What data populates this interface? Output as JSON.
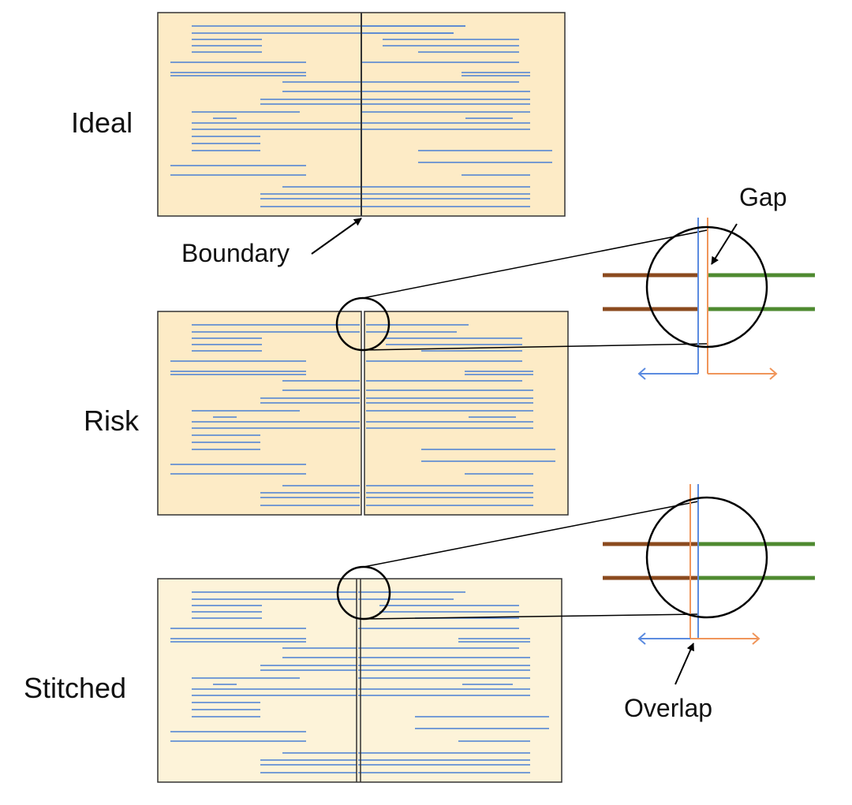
{
  "rows": {
    "ideal": "Ideal",
    "risk": "Risk",
    "stitched": "Stitched"
  },
  "callouts": {
    "boundary": "Boundary",
    "gap": "Gap",
    "overlap": "Overlap"
  },
  "colors": {
    "panel_fill": "#fdebc6",
    "panel_fill_light": "#fdf3d9",
    "text_line": "#4a7fd4",
    "boundary_line": "#333333",
    "left_region": "#8b4a1e",
    "right_region": "#4e8a30",
    "left_extent": "#5b8be0",
    "right_extent": "#f0955a"
  }
}
